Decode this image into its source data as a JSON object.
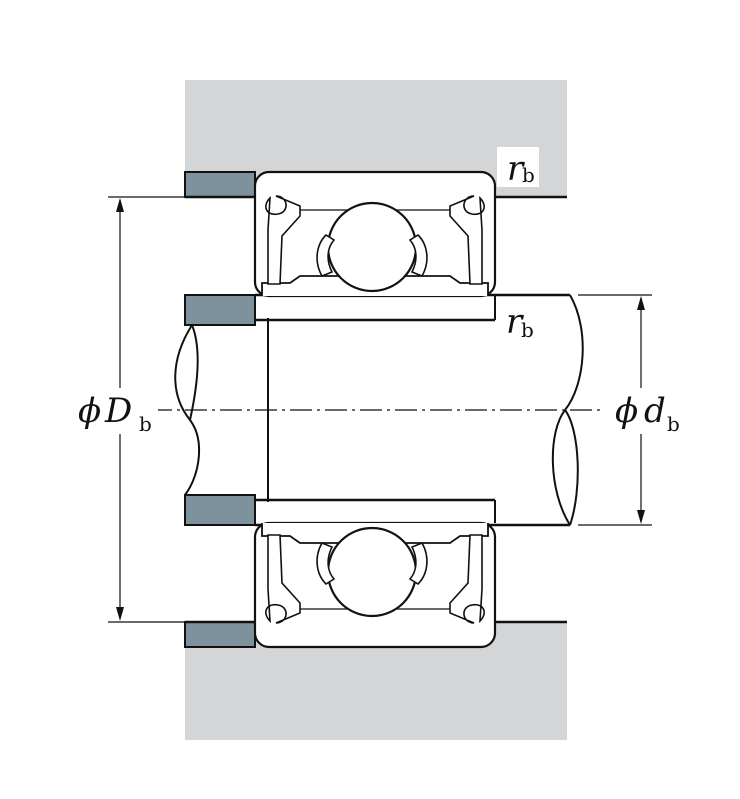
{
  "labels": {
    "rb_top": {
      "main": "r",
      "sub": "b"
    },
    "rb_mid": {
      "main": "r",
      "sub": "b"
    },
    "Db": {
      "phi": "ϕ",
      "main": "D",
      "sub": "b"
    },
    "db": {
      "phi": "ϕ",
      "main": "d",
      "sub": "b"
    }
  },
  "colors": {
    "housing": "#d4d5d7",
    "shoulder": "#7d929d",
    "line": "#111111",
    "background": "#ffffff"
  }
}
